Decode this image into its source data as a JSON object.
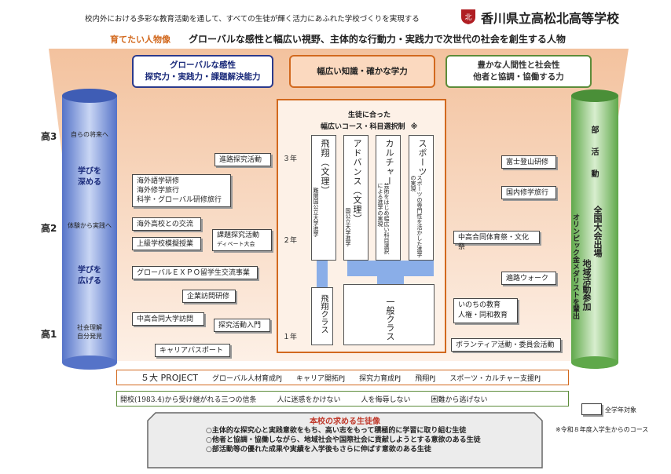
{
  "header": {
    "slogan": "校内外における多彩な教育活動を通して、すべての生徒が輝く活力にあふれた学校づくりを実現する",
    "school_name": "香川県立高松北高等学校",
    "logo_icon": "school-crest-icon"
  },
  "ideal": {
    "label": "育てたい人物像",
    "text": "グローバルな感性と幅広い視野、主体的な行動力・実践力で次世代の社会を創生する人物"
  },
  "goals": [
    {
      "line1": "グローバルな感性",
      "line2": "探究力・実践力・課題解決能力"
    },
    {
      "line1": "幅広い知識・確かな学力",
      "line2": ""
    },
    {
      "line1": "豊かな人間性と社会性",
      "line2": "他者と協調・協働する力"
    }
  ],
  "grades": [
    "高3",
    "高2",
    "高1"
  ],
  "left_column": {
    "top": "自らの将来へ",
    "deepen": [
      "学びを",
      "深める"
    ],
    "middle": "体験から実践へ",
    "expand": [
      "学びを",
      "広げる"
    ],
    "bottom": [
      "社会理解",
      "自分発見"
    ]
  },
  "left_boxes": {
    "shinro": "進路探究活動",
    "kaigai": [
      "海外語学研修",
      "海外修学旅行",
      "科学・グローバル研修旅行"
    ],
    "koryu": "海外高校との交流",
    "jokyu": "上級学校模擬授業",
    "kadai": [
      "課題探究活動",
      "ディベート大会"
    ],
    "expo": "グローバルＥＸＰＯ留学生交流事業",
    "kigyo": "企業訪問研修",
    "daigaku": "中高合同大学訪問",
    "nyumon": "探究活動入門",
    "career": "キャリアパスポート"
  },
  "years": [
    "３年",
    "２年",
    "１年"
  ],
  "courses": {
    "title1": "生徒に合った",
    "title2": "幅広いコース・科目選択制",
    "note_mark": "※",
    "list": [
      {
        "name": "飛翔（文理）",
        "sub": "難関国公立大学進学"
      },
      {
        "name": "アドバンス（文理）",
        "sub": "国公立大学進学"
      },
      {
        "name": "カルチャー",
        "sub": "芸術をはじめ幅広い科目選択による進学の実現"
      },
      {
        "name": "スポーツ",
        "sub": "スポーツの専門性を活かした進学の実現"
      }
    ],
    "class1": "飛翔クラス",
    "class2": "一般クラス"
  },
  "right_column": {
    "club": "部活動",
    "lines": [
      "全国大会出場",
      "地域活動参加",
      "オリンピック金メダリストを輩出"
    ]
  },
  "right_boxes": {
    "fuji": "富士登山研修",
    "kokunai": "国内修学旅行",
    "taiiku": "中高合同体育祭・文化祭",
    "enshi": "遍路ウォーク",
    "inochi": [
      "いのちの教育",
      "人権・同和教育"
    ],
    "volunteer": "ボランティア活動・委員会活動"
  },
  "project": {
    "title": "５大 PROJECT",
    "items": [
      "グローバル人材育成PJ",
      "キャリア開拓PJ",
      "探究力育成PJ",
      "飛翔PJ",
      "スポーツ・カルチャー支援PJ"
    ]
  },
  "creed": {
    "intro": "開校(1983.4)から受け継がれる三つの信条",
    "items": [
      "人に迷惑をかけない",
      "人を侮辱しない",
      "困難から逃げない"
    ]
  },
  "legend": {
    "all_grades": "全学年対象",
    "note": "※令和８年度入学生からのコース"
  },
  "wanted": {
    "title": "本校の求める生徒像",
    "items": [
      "○主体的な探究心と実践意欲をもち、高い志をもって積極的に学習に取り組む生徒",
      "○他者と協調・協働しながら、地域社会や国際社会に貢献しようとする意欲のある生徒",
      "○部活動等の優れた成果や実績を入学後もさらに伸ばす意欲のある生徒"
    ]
  },
  "colors": {
    "orange": "#d2691e",
    "navy": "#2b3a8c",
    "green": "#5c8c3a",
    "peach": "#f6d3b8",
    "blue_column": "#6f8fd8",
    "green_column": "#7fbf6a"
  }
}
